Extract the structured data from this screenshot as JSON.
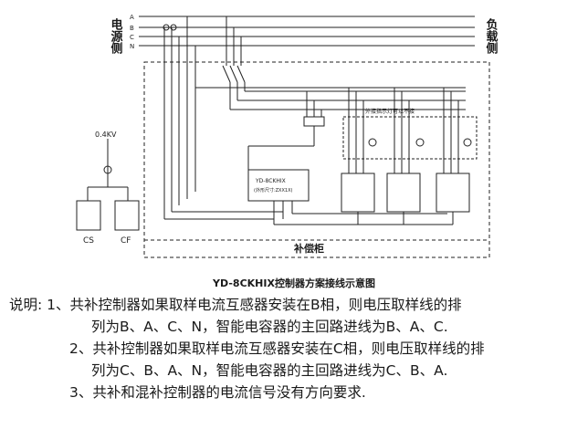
{
  "diagram": {
    "power_side_label": "电源侧",
    "load_side_label": "负载侧",
    "phase_labels": [
      "A",
      "B",
      "C",
      "N"
    ],
    "voltage_label": "0.4KV",
    "cs_label": "CS",
    "cf_label": "CF",
    "lamp_note": "外接指示灯可以不接",
    "controller_title": "YD-8CKHIX",
    "controller_sub": "(外形尺寸:ZXX1X)",
    "cabinet_label": "补偿柜"
  },
  "caption": "YD-8CKHIX控制器方案接线示意图",
  "notes": {
    "prefix": "说明:",
    "n1a": "1、共补控制器如果取样电流互感器安装在B相，则电压取样线的排",
    "n1b": "列为B、A、C、N，智能电容器的主回路进线为B、A、C.",
    "n2a": "2、共补控制器如果取样电流互感器安装在C相，则电压取样线的排",
    "n2b": "列为C、B、A、N，智能电容器的主回路进线为C、B、A.",
    "n3": "3、共补和混补控制器的电流信号没有方向要求."
  }
}
